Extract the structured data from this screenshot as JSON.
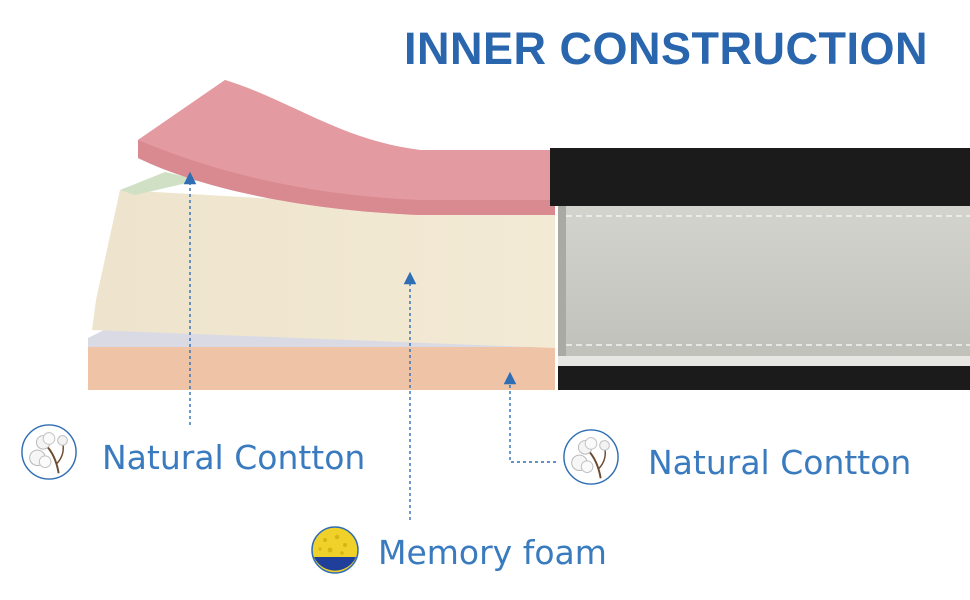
{
  "title": "INNER CONSTRUCTION",
  "callouts": {
    "left": {
      "label": "Natural Contton",
      "icon": "cotton-flower-icon"
    },
    "right": {
      "label": "Natural Contton",
      "icon": "cotton-flower-icon"
    },
    "center": {
      "label": "Memory foam",
      "icon": "foam-sponge-icon"
    }
  },
  "colors": {
    "title": "#2a66ad",
    "label": "#3a7bbf",
    "pink_layer": "#e9a3a8",
    "cream_layer": "#f1e8d2",
    "peach_layer": "#efc4a6",
    "cover_gray": "#c9cbc4",
    "cover_black": "#1a1a1a"
  }
}
